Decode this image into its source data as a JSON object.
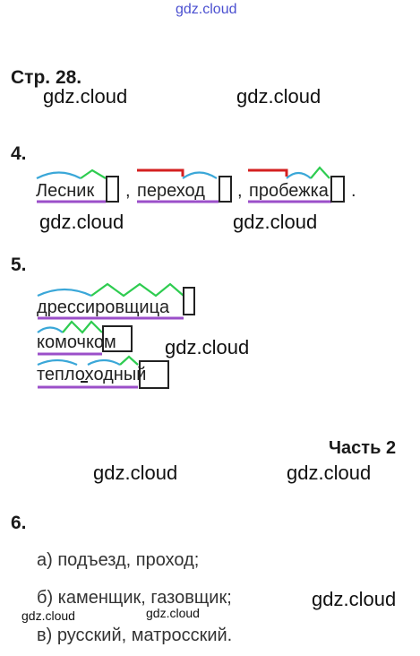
{
  "watermark": "gdz.cloud",
  "page_heading": "Стр. 28.",
  "task4": {
    "number": "4.",
    "words": [
      "Лесник",
      "переход",
      "пробежка"
    ],
    "separators": [
      ",",
      ",",
      "."
    ]
  },
  "task5": {
    "number": "5.",
    "words": [
      "дрессировщица",
      "комочком",
      "теплоходный"
    ]
  },
  "part_label": "Часть 2",
  "task6": {
    "number": "6.",
    "answers": [
      "а) подъезд, проход;",
      "б) каменщик, газовщик;",
      "в) русский, матросский."
    ]
  },
  "colors": {
    "root_arc": "#3aa7d8",
    "suffix_mark": "#2ecc50",
    "prefix_mark": "#d42020",
    "stem_underline": "#9b4fc9",
    "top_watermark": "#4a4fd0"
  }
}
